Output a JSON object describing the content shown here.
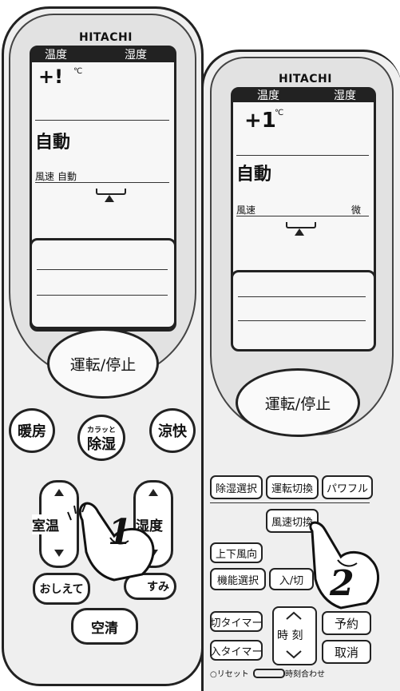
{
  "remote_left": {
    "brand": "HITACHI",
    "lcd": {
      "header_temp": "温度",
      "header_humidity": "湿度",
      "temp_value": "+!",
      "unit": "℃",
      "mode": "自動",
      "fan_label": "風速",
      "fan_value": "自動"
    },
    "run_stop_label": "運転/停止",
    "buttons": {
      "heat": "暖房",
      "dehumid_small": "カラッと",
      "dehumid": "除湿",
      "cool": "涼快",
      "room_temp": "室温",
      "humidity": "湿度",
      "oshiete": "おしえて",
      "oyasumi": "すみ",
      "air_clean": "空清"
    },
    "step": "1"
  },
  "remote_right": {
    "brand": "HITACHI",
    "lcd": {
      "header_temp": "温度",
      "header_humidity": "湿度",
      "temp_value": "+1",
      "unit": "℃",
      "mode": "自動",
      "fan_label": "風速",
      "fan_value": "微"
    },
    "run_stop_label": "運転/停止",
    "buttons": {
      "dehumid_select": "除湿選択",
      "mode_switch": "運転切換",
      "power": "パワフル",
      "fan_switch": "風速切換",
      "vertical_flow": "上下風向",
      "function_select": "機能選択",
      "on_off": "入/切",
      "off_timer": "切タイマー",
      "on_timer": "入タイマー",
      "time_label": "時 刻",
      "reserve": "予約",
      "cancel": "取消",
      "reset_label": "○リセット",
      "clock_set_label": "時刻合わせ"
    },
    "step": "2"
  }
}
